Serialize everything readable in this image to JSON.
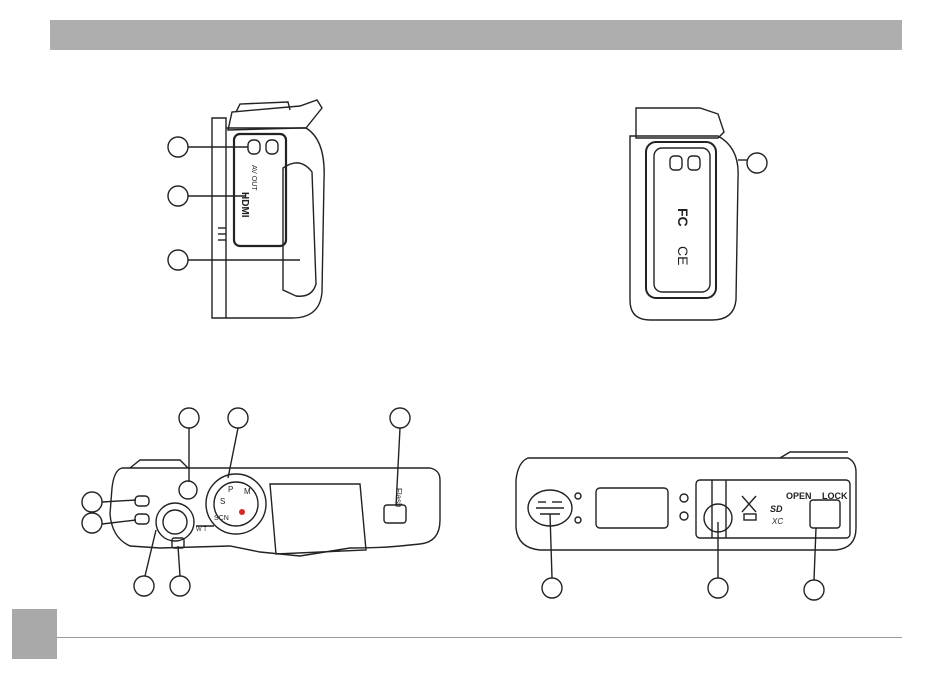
{
  "header": {
    "title": ""
  },
  "page": {
    "number": ""
  },
  "side_left": {
    "port_labels": {
      "av_out": "AV OUT",
      "hdmi": "HDMI"
    }
  },
  "side_right": {
    "logos": {
      "fc": "FC",
      "ce": "CE"
    }
  },
  "top_view": {
    "slider_label": "Flash",
    "dial_labels": {
      "p": "P",
      "s": "S",
      "m": "M",
      "scn": "SCN"
    },
    "button_label": "W  T"
  },
  "bottom_view": {
    "card_labels": {
      "open": "OPEN",
      "lock": "LOCK",
      "sd": "SD",
      "xc": "XC"
    }
  },
  "callouts": [
    {
      "id": "c-left-1",
      "label": ""
    },
    {
      "id": "c-left-2",
      "label": ""
    },
    {
      "id": "c-left-3",
      "label": ""
    },
    {
      "id": "c-right-1",
      "label": ""
    },
    {
      "id": "c-top-1",
      "label": ""
    },
    {
      "id": "c-top-2",
      "label": ""
    },
    {
      "id": "c-top-3",
      "label": ""
    },
    {
      "id": "c-top-4",
      "label": ""
    },
    {
      "id": "c-top-5",
      "label": ""
    },
    {
      "id": "c-top-6",
      "label": ""
    },
    {
      "id": "c-top-7",
      "label": ""
    },
    {
      "id": "c-bottom-1",
      "label": ""
    },
    {
      "id": "c-bottom-2",
      "label": ""
    },
    {
      "id": "c-bottom-3",
      "label": ""
    }
  ],
  "colors": {
    "bar": "#aeaeae",
    "line": "#222222",
    "accent_red": "#d9262b",
    "accent_green": "#3a9b3a"
  }
}
